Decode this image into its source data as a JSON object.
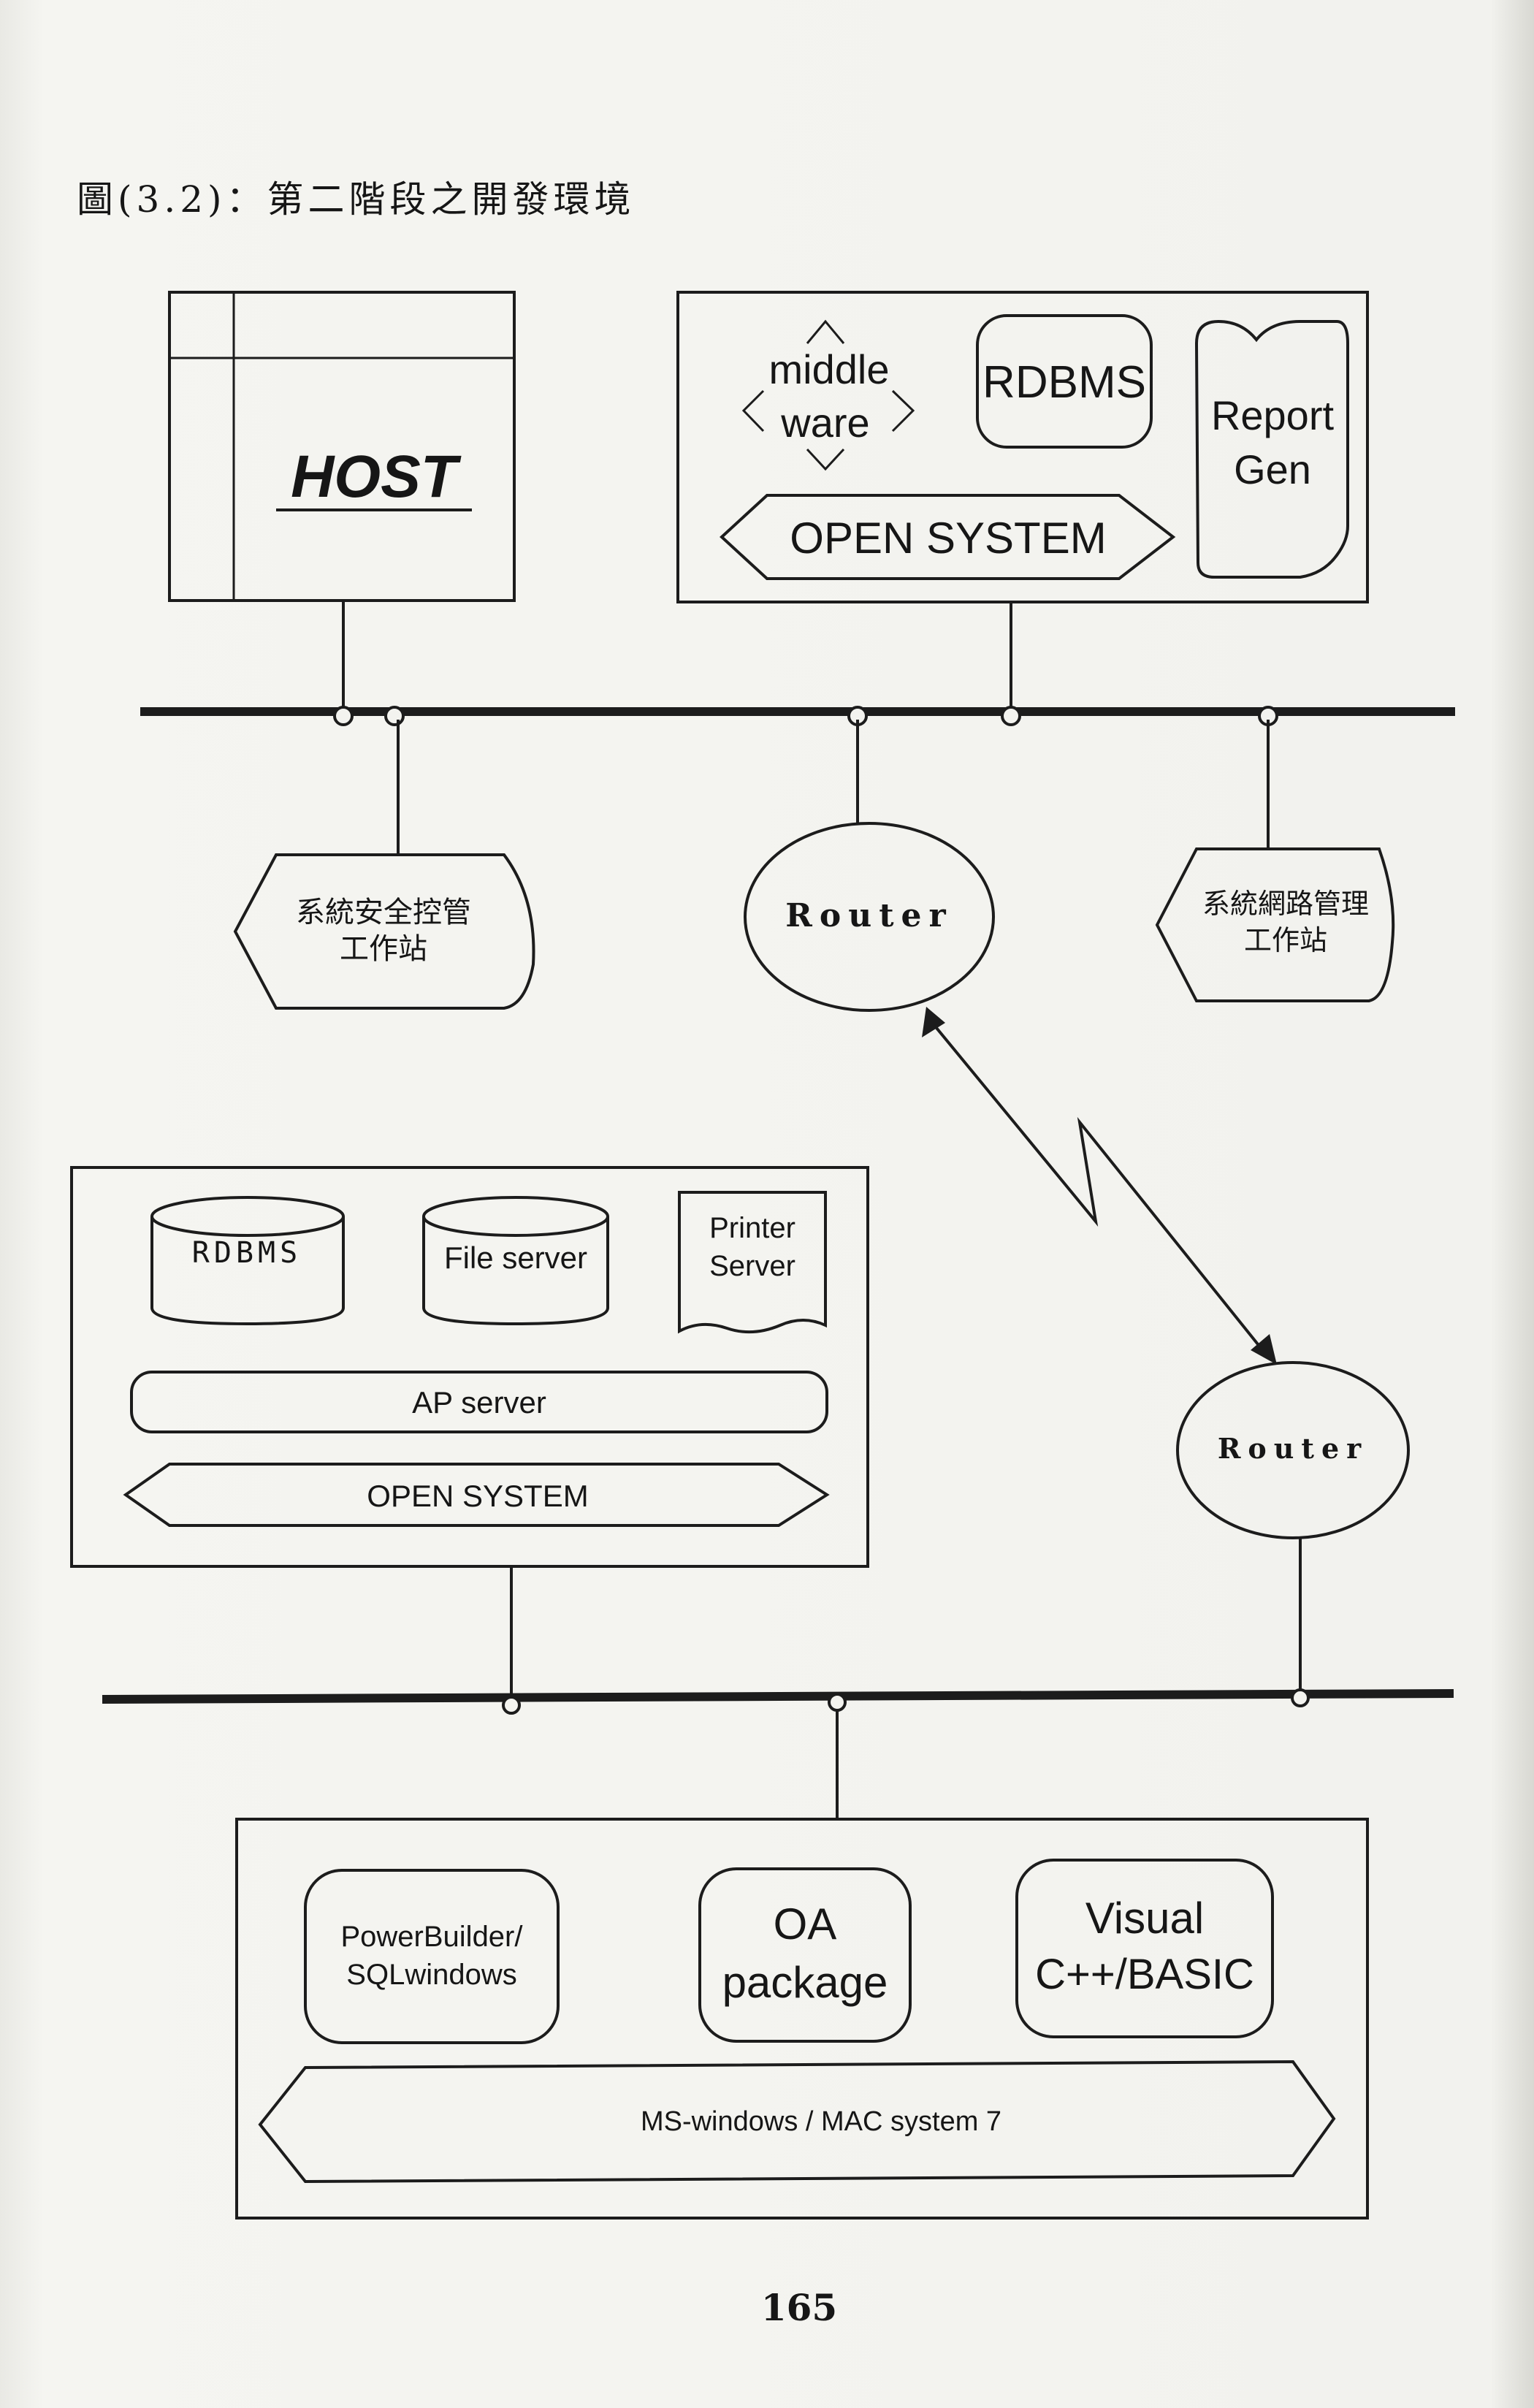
{
  "caption": "圖(3.2)：第二階段之開發環境",
  "host": {
    "label": "HOST"
  },
  "server_top": {
    "middleware_line1": "middle",
    "middleware_line2": "ware",
    "rdbms": "RDBMS",
    "report_line1": "Report",
    "report_line2": "Gen",
    "open_system": "OPEN SYSTEM"
  },
  "security_station": {
    "line1": "系統安全控管",
    "line2": "工作站"
  },
  "router_top": {
    "label": "Router"
  },
  "network_station": {
    "line1": "系統網路管理",
    "line2": "工作站"
  },
  "server_mid": {
    "rdbms": "RDBMS",
    "file_server": "File server",
    "printer_line1": "Printer",
    "printer_line2": "Server",
    "ap_server": "AP server",
    "open_system": "OPEN SYSTEM"
  },
  "router_bottom": {
    "label": "Router"
  },
  "client": {
    "pb_line1": "PowerBuilder/",
    "pb_line2": "SQLwindows",
    "oa_line1": "OA",
    "oa_line2": "package",
    "vc_line1": "Visual",
    "vc_line2": "C++/BASIC",
    "os": "MS-windows / MAC system 7"
  },
  "page_number": "165",
  "colors": {
    "ink": "#1c1c1c",
    "paper": "#f3f3ef"
  }
}
